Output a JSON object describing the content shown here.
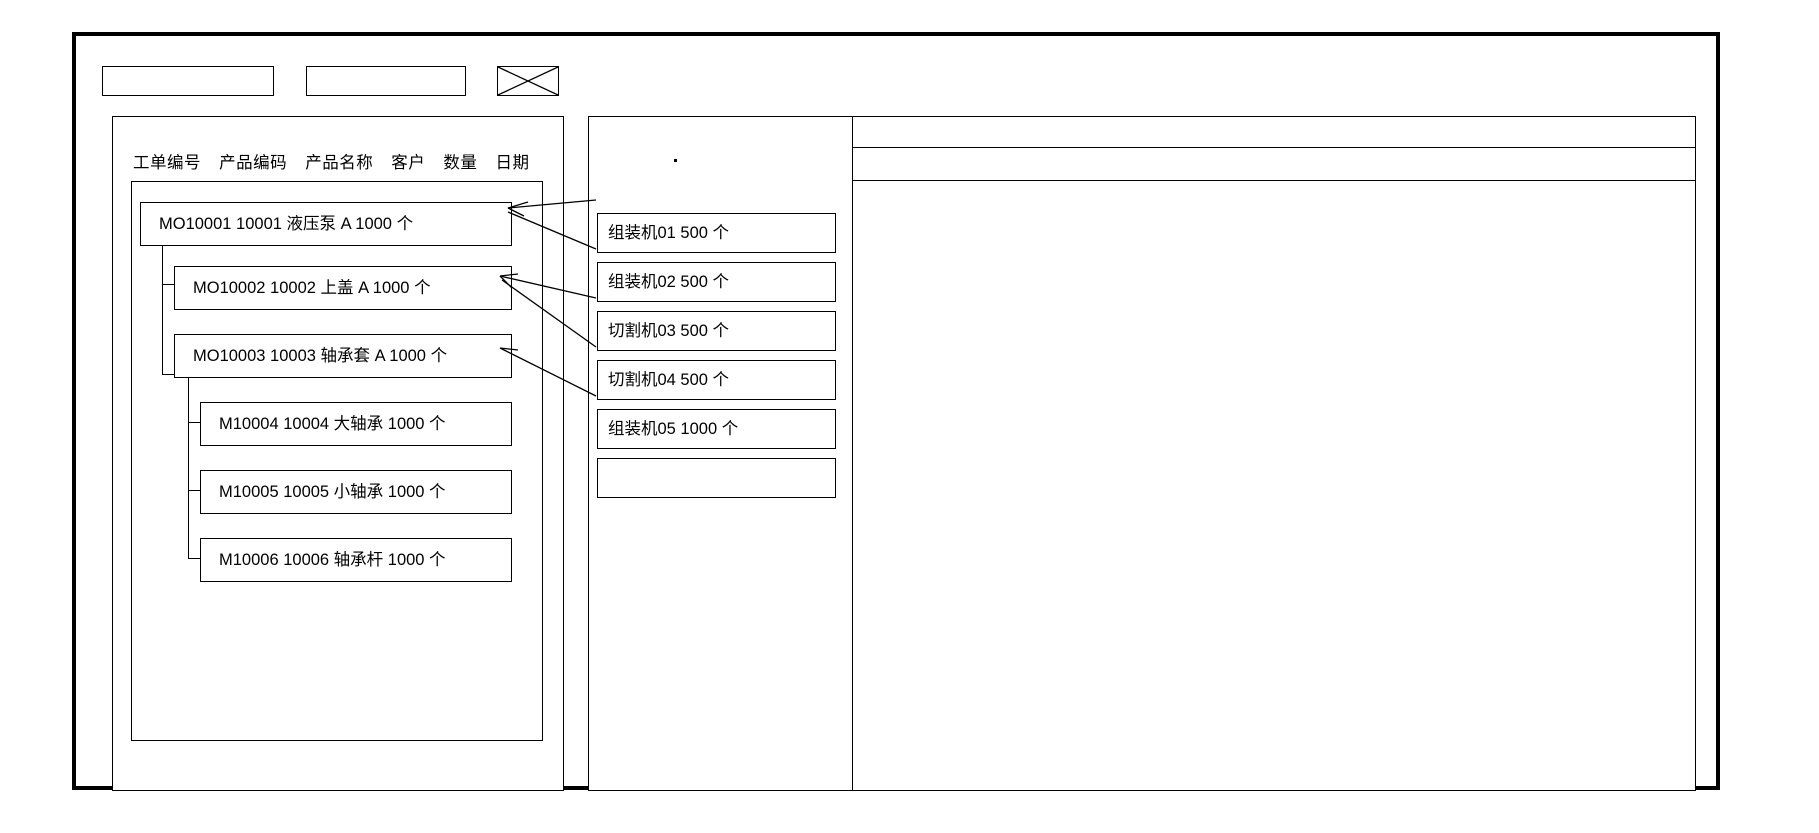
{
  "toolbar": {
    "search_box_value": "",
    "filter_box_value": "",
    "image_placeholder_icon": "crossed-box-icon"
  },
  "left_panel": {
    "columns": [
      "工单编号",
      "产品编码",
      "产品名称",
      "客户",
      "数量",
      "日期"
    ],
    "rows": [
      {
        "depth": 0,
        "text": "MO10001   10001  液压泵   A    1000 个",
        "order_no": "MO10001",
        "product_code": "10001",
        "product_name": "液压泵",
        "customer": "A",
        "qty": "1000",
        "unit": "个"
      },
      {
        "depth": 1,
        "text": "MO10002  10002   上盖  A   1000   个",
        "order_no": "MO10002",
        "product_code": "10002",
        "product_name": "上盖",
        "customer": "A",
        "qty": "1000",
        "unit": "个"
      },
      {
        "depth": 1,
        "text": "MO10003  10003   轴承套 A   1000    个",
        "order_no": "MO10003",
        "product_code": "10003",
        "product_name": "轴承套",
        "customer": "A",
        "qty": "1000",
        "unit": "个"
      },
      {
        "depth": 2,
        "text": "M10004 10004  大轴承  1000   个",
        "order_no": "M10004",
        "product_code": "10004",
        "product_name": "大轴承",
        "customer": "",
        "qty": "1000",
        "unit": "个"
      },
      {
        "depth": 2,
        "text": "M10005  10005  小轴承  1000   个",
        "order_no": "M10005",
        "product_code": "10005",
        "product_name": "小轴承",
        "customer": "",
        "qty": "1000",
        "unit": "个"
      },
      {
        "depth": 2,
        "text": "M10006  10006  轴承杆  1000   个",
        "order_no": "M10006",
        "product_code": "10006",
        "product_name": "轴承杆",
        "customer": "",
        "qty": "1000",
        "unit": "个"
      }
    ]
  },
  "mid_panel": {
    "rows": [
      {
        "text": "组装机01    500  个",
        "machine": "组装机01",
        "qty": "500",
        "unit": "个"
      },
      {
        "text": "组装机02    500  个",
        "machine": "组装机02",
        "qty": "500",
        "unit": "个"
      },
      {
        "text": "切割机03    500  个",
        "machine": "切割机03",
        "qty": "500",
        "unit": "个"
      },
      {
        "text": "切割机04  500  个",
        "machine": "切割机04",
        "qty": "500",
        "unit": "个"
      },
      {
        "text": "组装机05   1000 个",
        "machine": "组装机05",
        "qty": "1000",
        "unit": "个"
      },
      {
        "text": "",
        "machine": "",
        "qty": "",
        "unit": ""
      }
    ]
  },
  "right_panel": {
    "header_text": "",
    "content_text": ""
  },
  "colors": {
    "line": "#000000",
    "background": "#ffffff"
  }
}
